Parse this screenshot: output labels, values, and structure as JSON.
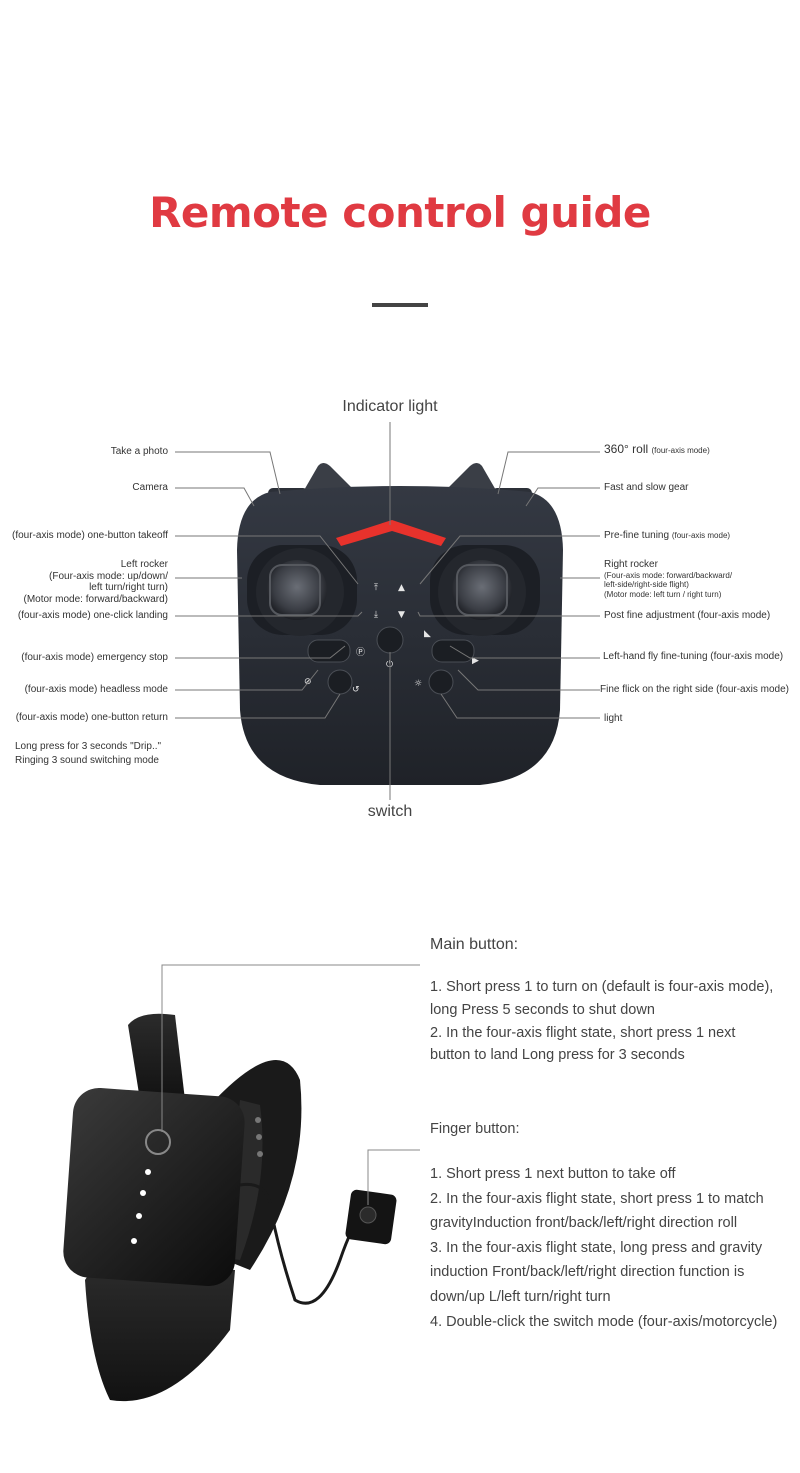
{
  "title": "Remote control guide",
  "remote": {
    "indicator_light": "Indicator light",
    "switch": "switch",
    "left_labels": {
      "take_photo": "Take a photo",
      "camera": "Camera",
      "takeoff": "(four-axis mode) one-button takeoff",
      "left_rocker_title": "Left rocker",
      "left_rocker_line1": "(Four-axis mode: up/down/",
      "left_rocker_line2": "left turn/right turn)",
      "left_rocker_line3": "(Motor mode: forward/backward)",
      "landing": "(four-axis mode) one-click landing",
      "emergency_stop": "(four-axis mode) emergency stop",
      "headless": "(four-axis mode) headless mode",
      "return": "(four-axis mode) one-button return",
      "long_press_line1": "Long press for 3 seconds \"Drip..\"",
      "long_press_line2": "Ringing 3 sound switching mode"
    },
    "right_labels": {
      "roll": "360° roll",
      "roll_mode": "(four-axis mode)",
      "fast_slow": "Fast and slow gear",
      "pre_fine": "Pre-fine tuning",
      "pre_fine_mode": "(four-axis mode)",
      "right_rocker_title": "Right rocker",
      "right_rocker_line1": "(Four-axis mode: forward/backward/",
      "right_rocker_line2": "left-side/right-side flight)",
      "right_rocker_line3": "(Motor mode: left turn / right turn)",
      "post_fine": "Post fine adjustment (four-axis mode)",
      "left_hand": "Left-hand fly fine-tuning (four-axis mode)",
      "fine_flick": "Fine flick on the right side (four-axis mode)",
      "light": "light"
    }
  },
  "watch": {
    "main_heading": "Main button:",
    "main_lines": [
      "1. Short press 1 to turn on (default is four-axis mode),",
      "long Press 5 seconds to shut down",
      "2. In the four-axis flight state, short press 1 next",
      "button to land Long press for 3 seconds"
    ],
    "finger_heading": "Finger button:",
    "finger_lines": [
      "1. Short press 1 next button to take off",
      "2. In the four-axis flight state, short press 1 to match",
      "gravityInduction front/back/left/right direction roll",
      "3. In the four-axis flight state, long press and gravity",
      "induction Front/back/left/right direction function is",
      "down/up L/left turn/right turn",
      "4. Double-click the switch mode (four-axis/motorcycle)"
    ]
  },
  "colors": {
    "title": "#e03a42",
    "remote_body": "#2a2e36",
    "indicator": "#e8322c"
  }
}
